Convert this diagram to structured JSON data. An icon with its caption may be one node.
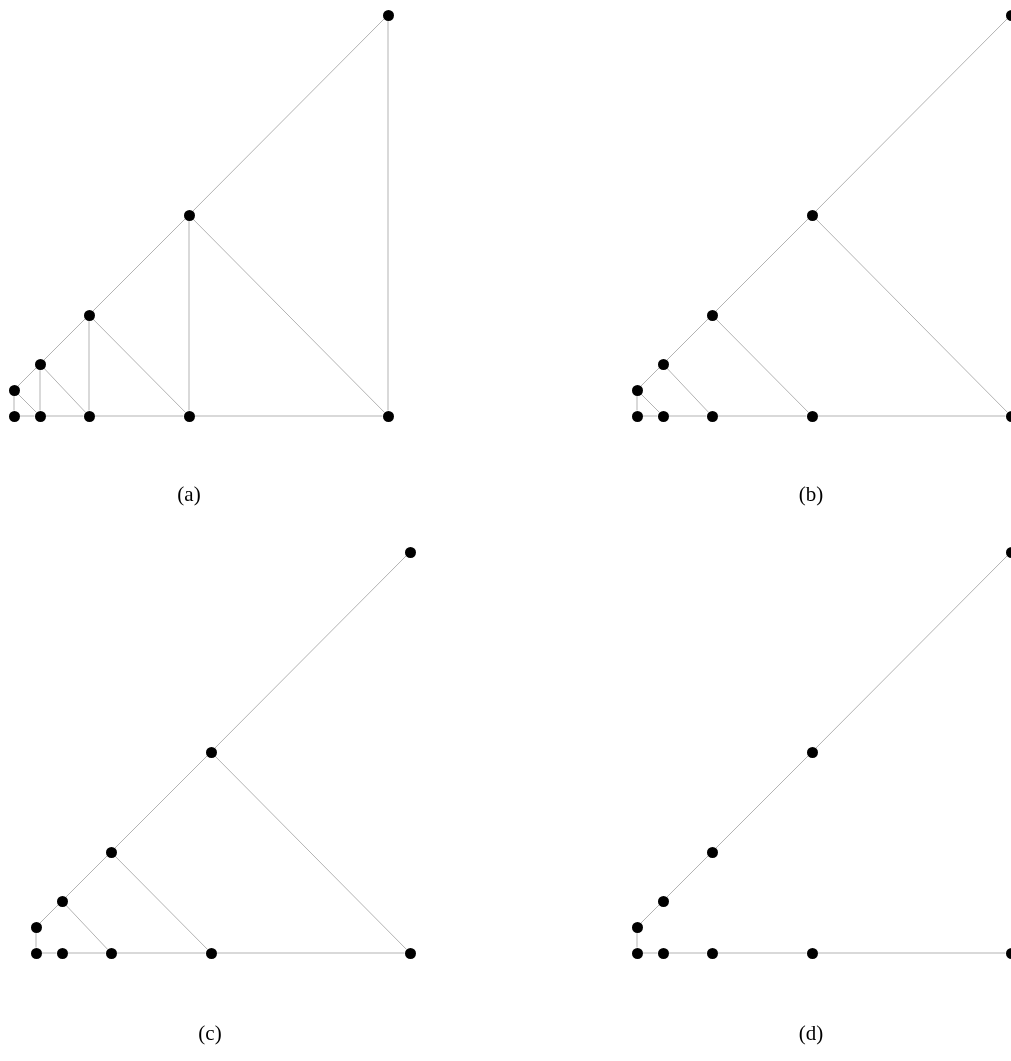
{
  "diagram": {
    "nodes": [
      {
        "text": [],
        "shape": "circle"
      },
      {
        "text": [],
        "shape": "circle"
      },
      {
        "text": [],
        "shape": "circle"
      },
      {
        "text": [],
        "shape": "circle"
      },
      {
        "text": [],
        "shape": "circle"
      },
      {
        "text": [],
        "shape": "circle"
      },
      {
        "text": [],
        "shape": "circle"
      },
      {
        "text": [],
        "shape": "circle"
      },
      {
        "text": [],
        "shape": "circle"
      },
      {
        "text": [],
        "shape": "circle"
      },
      {
        "text": [],
        "shape": "circle"
      },
      {
        "text": [],
        "shape": "circle"
      },
      {
        "text": [],
        "shape": "circle"
      },
      {
        "text": [],
        "shape": "circle"
      },
      {
        "text": [],
        "shape": "circle"
      },
      {
        "text": [],
        "shape": "circle"
      },
      {
        "text": [],
        "shape": "circle"
      },
      {
        "text": [],
        "shape": "circle"
      },
      {
        "text": [],
        "shape": "circle"
      },
      {
        "text": [],
        "shape": "circle"
      },
      {
        "text": [],
        "shape": "circle"
      },
      {
        "text": [],
        "shape": "circle"
      },
      {
        "text": [],
        "shape": "circle"
      },
      {
        "text": [],
        "shape": "circle"
      },
      {
        "text": [],
        "shape": "circle"
      },
      {
        "text": [],
        "shape": "circle"
      },
      {
        "text": [],
        "shape": "circle"
      },
      {
        "text": [],
        "shape": "circle"
      },
      {
        "text": [],
        "shape": "circle"
      },
      {
        "text": [],
        "shape": "circle"
      },
      {
        "text": [],
        "shape": "circle"
      },
      {
        "text": [],
        "shape": "circle"
      },
      {
        "text": [],
        "shape": "circle"
      },
      {
        "text": [],
        "shape": "circle"
      },
      {
        "text": [],
        "shape": "circle"
      },
      {
        "text": [],
        "shape": "circle"
      },
      {
        "text": [],
        "shape": "circle"
      },
      {
        "text": [],
        "shape": "circle"
      },
      {
        "text": [],
        "shape": "circle"
      },
      {
        "text": [],
        "shape": "circle"
      }
    ],
    "edges": [
      {
        "from": 0,
        "to": 1,
        "arrow": "none"
      },
      {
        "from": 1,
        "to": 2,
        "arrow": "none"
      },
      {
        "from": 2,
        "to": 3,
        "arrow": "none"
      },
      {
        "from": 3,
        "to": 4,
        "arrow": "none"
      },
      {
        "from": 5,
        "to": 6,
        "arrow": "none"
      },
      {
        "from": 6,
        "to": 7,
        "arrow": "none"
      },
      {
        "from": 7,
        "to": 8,
        "arrow": "none"
      },
      {
        "from": 8,
        "to": 9,
        "arrow": "none"
      },
      {
        "from": 5,
        "to": 0,
        "arrow": "none"
      },
      {
        "from": 6,
        "to": 1,
        "arrow": "none"
      },
      {
        "from": 7,
        "to": 2,
        "arrow": "none"
      },
      {
        "from": 8,
        "to": 3,
        "arrow": "none"
      },
      {
        "from": 9,
        "to": 4,
        "arrow": "none"
      },
      {
        "from": 5,
        "to": 1,
        "arrow": "none"
      },
      {
        "from": 6,
        "to": 2,
        "arrow": "none"
      },
      {
        "from": 7,
        "to": 3,
        "arrow": "none"
      },
      {
        "from": 8,
        "to": 4,
        "arrow": "none"
      },
      {
        "from": 10,
        "to": 11,
        "arrow": "none"
      },
      {
        "from": 11,
        "to": 12,
        "arrow": "none"
      },
      {
        "from": 12,
        "to": 13,
        "arrow": "none"
      },
      {
        "from": 13,
        "to": 14,
        "arrow": "none"
      },
      {
        "from": 15,
        "to": 16,
        "arrow": "none"
      },
      {
        "from": 16,
        "to": 17,
        "arrow": "none"
      },
      {
        "from": 17,
        "to": 18,
        "arrow": "none"
      },
      {
        "from": 18,
        "to": 19,
        "arrow": "none"
      },
      {
        "from": 15,
        "to": 10,
        "arrow": "none"
      },
      {
        "from": 15,
        "to": 11,
        "arrow": "none"
      },
      {
        "from": 16,
        "to": 12,
        "arrow": "none"
      },
      {
        "from": 17,
        "to": 13,
        "arrow": "none"
      },
      {
        "from": 18,
        "to": 14,
        "arrow": "none"
      },
      {
        "from": 20,
        "to": 21,
        "arrow": "none"
      },
      {
        "from": 21,
        "to": 22,
        "arrow": "none"
      },
      {
        "from": 22,
        "to": 23,
        "arrow": "none"
      },
      {
        "from": 23,
        "to": 24,
        "arrow": "none"
      },
      {
        "from": 25,
        "to": 26,
        "arrow": "none"
      },
      {
        "from": 26,
        "to": 27,
        "arrow": "none"
      },
      {
        "from": 27,
        "to": 28,
        "arrow": "none"
      },
      {
        "from": 28,
        "to": 29,
        "arrow": "none"
      },
      {
        "from": 25,
        "to": 20,
        "arrow": "none"
      },
      {
        "from": 26,
        "to": 22,
        "arrow": "none"
      },
      {
        "from": 27,
        "to": 23,
        "arrow": "none"
      },
      {
        "from": 28,
        "to": 24,
        "arrow": "none"
      },
      {
        "from": 30,
        "to": 31,
        "arrow": "none"
      },
      {
        "from": 31,
        "to": 32,
        "arrow": "none"
      },
      {
        "from": 32,
        "to": 33,
        "arrow": "none"
      },
      {
        "from": 33,
        "to": 34,
        "arrow": "none"
      },
      {
        "from": 35,
        "to": 36,
        "arrow": "none"
      },
      {
        "from": 36,
        "to": 37,
        "arrow": "none"
      },
      {
        "from": 37,
        "to": 38,
        "arrow": "none"
      },
      {
        "from": 38,
        "to": 39,
        "arrow": "none"
      },
      {
        "from": 35,
        "to": 30,
        "arrow": "none"
      }
    ],
    "labels": [
      "(a)",
      "(b)",
      "(c)",
      "(d)"
    ]
  }
}
